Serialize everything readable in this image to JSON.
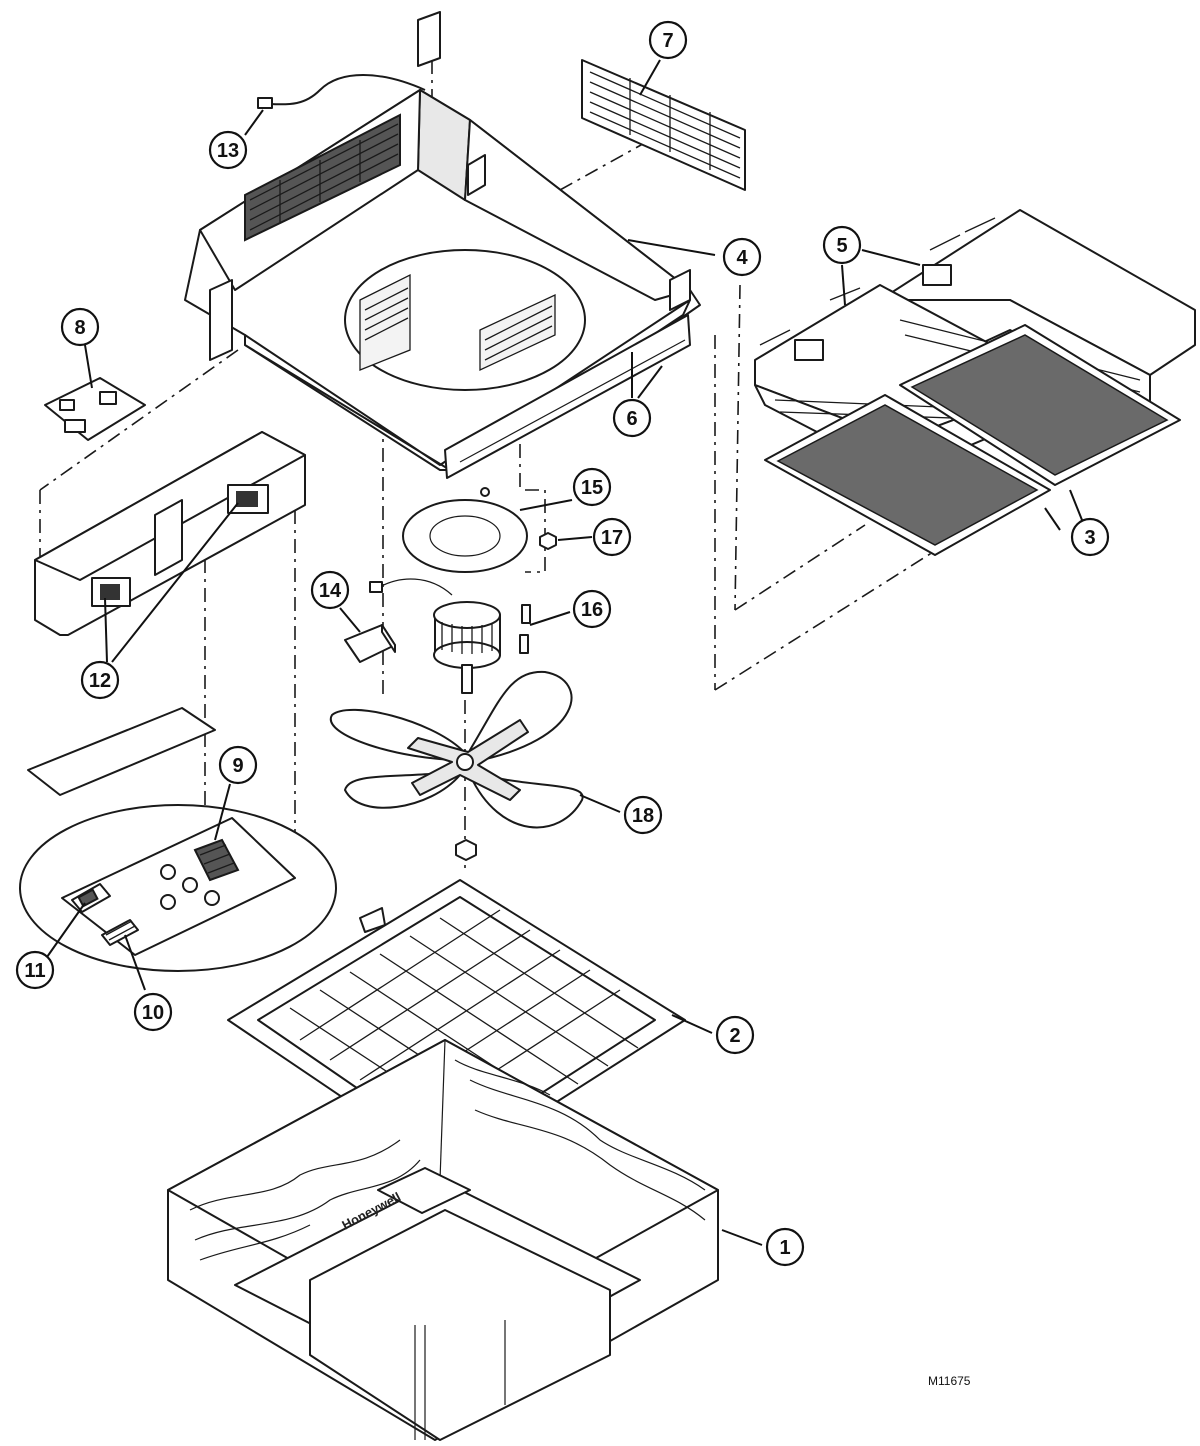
{
  "figure_id": "M11675",
  "brand_text": "Honeywell",
  "callouts": [
    {
      "label": "1",
      "part": "cover"
    },
    {
      "label": "2",
      "part": "return-grille"
    },
    {
      "label": "3",
      "part": "prefilters"
    },
    {
      "label": "4",
      "part": "housing-clip"
    },
    {
      "label": "5",
      "part": "filter-cells"
    },
    {
      "label": "6",
      "part": "housing-rail"
    },
    {
      "label": "7",
      "part": "outlet-grille"
    },
    {
      "label": "8",
      "part": "control-board"
    },
    {
      "label": "9",
      "part": "power-switch-bank"
    },
    {
      "label": "10",
      "part": "indicator-light"
    },
    {
      "label": "11",
      "part": "rocker-switch"
    },
    {
      "label": "12",
      "part": "interlock-switches"
    },
    {
      "label": "13",
      "part": "power-cord"
    },
    {
      "label": "14",
      "part": "capacitor"
    },
    {
      "label": "15",
      "part": "motor-mount-plate"
    },
    {
      "label": "16",
      "part": "motor"
    },
    {
      "label": "17",
      "part": "mount-nut"
    },
    {
      "label": "18",
      "part": "fan-blade"
    }
  ]
}
